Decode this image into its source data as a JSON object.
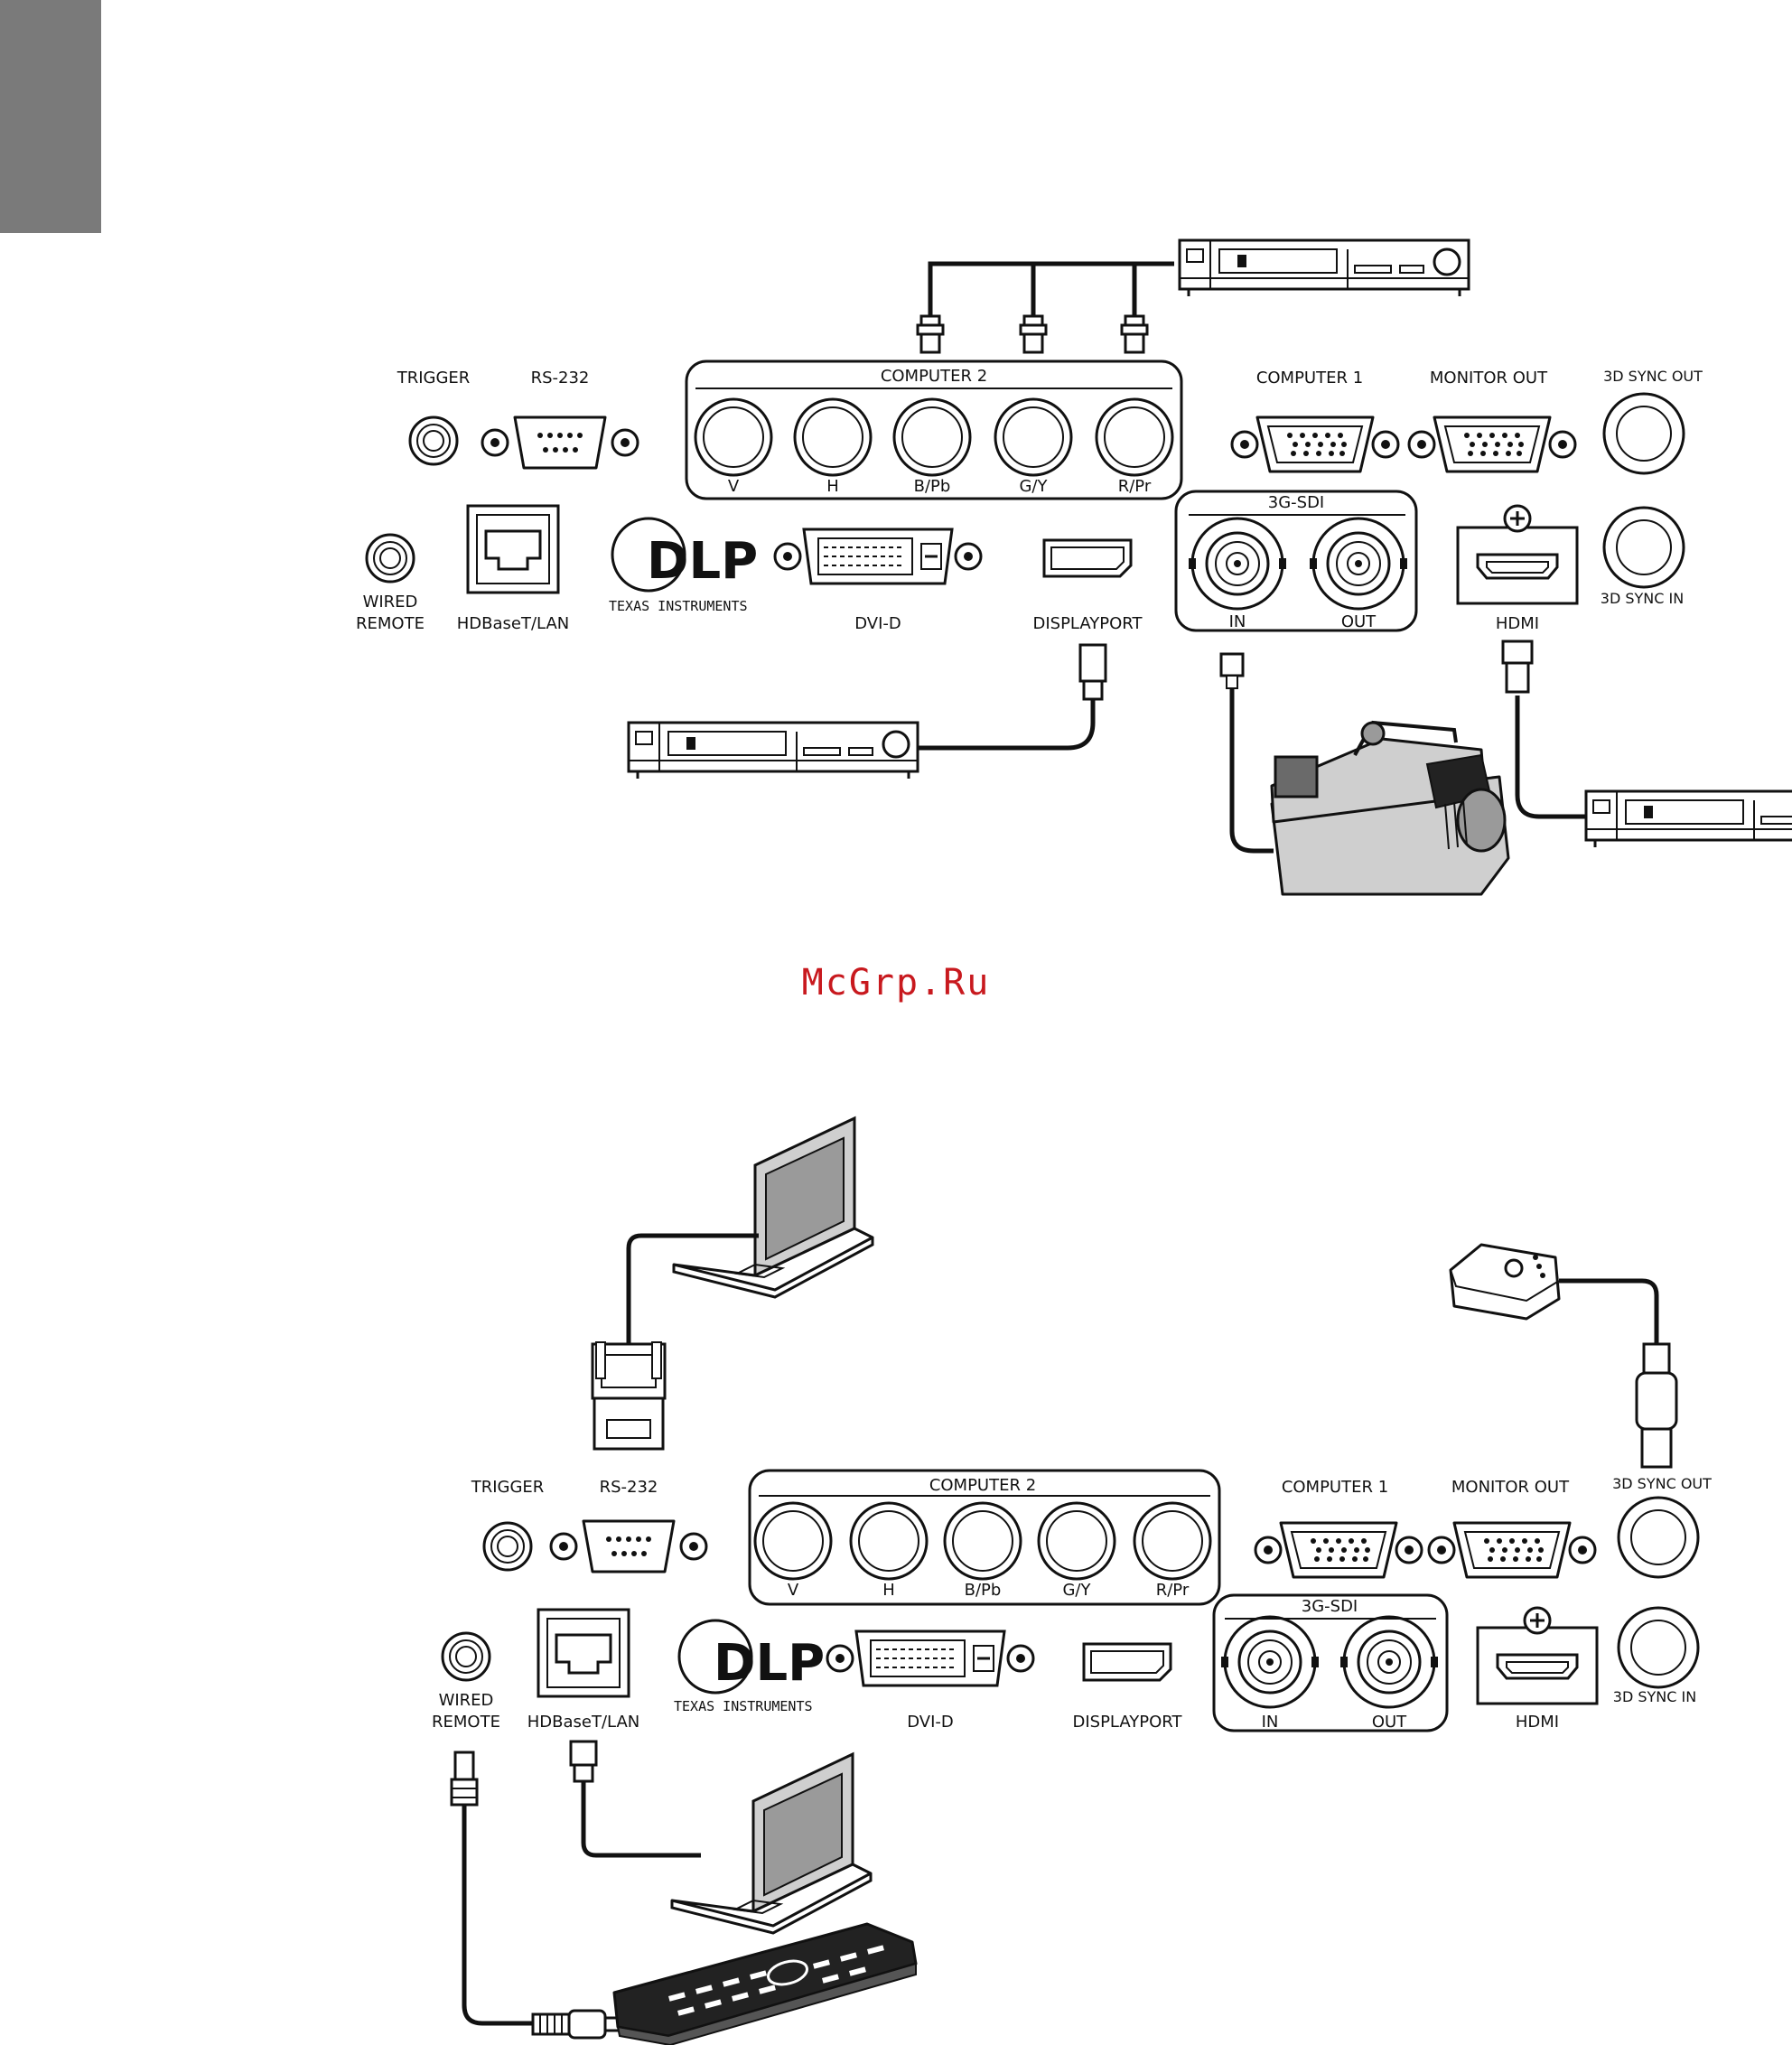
{
  "page": {
    "watermark": "McGrp.Ru"
  },
  "panel_labels": {
    "trigger": "TRIGGER",
    "rs232": "RS-232",
    "computer2": "COMPUTER 2",
    "v": "V",
    "h": "H",
    "bpb": "B/Pb",
    "gy": "G/Y",
    "rpr": "R/Pr",
    "computer1": "COMPUTER 1",
    "monitor_out": "MONITOR OUT",
    "sync_out": "3D SYNC OUT",
    "sync_in": "3D SYNC IN",
    "sdi": "3G-SDI",
    "sdi_in": "IN",
    "sdi_out": "OUT",
    "hdmi": "HDMI",
    "wired": "WIRED",
    "remote": "REMOTE",
    "hdbaset": "HDBaseT/LAN",
    "dvid": "DVI-D",
    "displayport": "DISPLAYPORT",
    "dlp": "DLP",
    "ti": "TEXAS INSTRUMENTS"
  },
  "colors": {
    "tab": "#7a7a7a",
    "watermark": "#c8191e",
    "ink": "#111111"
  }
}
